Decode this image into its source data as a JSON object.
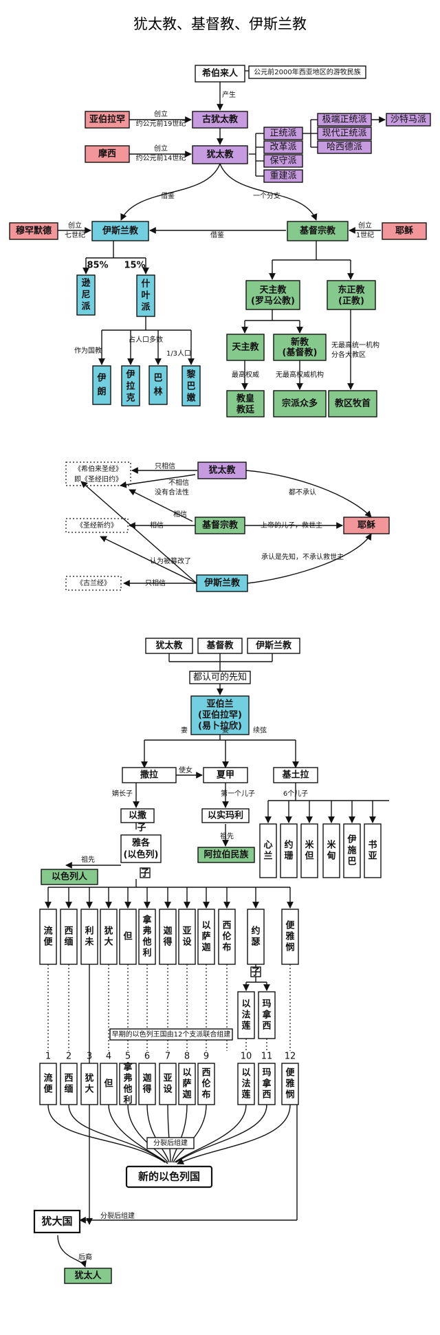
{
  "title": "犹太教、基督教、伊斯兰教",
  "nodes": {
    "hebrews": "希伯来人",
    "hebrews_note": "公元前2000年西亚地区的游牧民族",
    "produce": "产生",
    "abraham": "亚伯拉罕",
    "abraham_edge": [
      "创立",
      "约公元前19世纪"
    ],
    "ancient_judaism": "古犹太教",
    "moses": "摩西",
    "moses_edge": [
      "创立",
      "约公元前14世纪"
    ],
    "judaism": "犹太教",
    "orthodox": "正统派",
    "reform": "改革派",
    "conservative": "保守派",
    "reconstruct": "重建派",
    "ultra_orthodox": "极端正统派",
    "modern_orthodox": "现代正统派",
    "hasidic": "哈西德派",
    "satmar": "沙特马派",
    "borrow1": "借鉴",
    "a_branch": "一个分支",
    "muhammad": "穆罕默德",
    "muhammad_edge": [
      "创立",
      "七世纪"
    ],
    "islam": "伊斯兰教",
    "borrow2": "借鉴",
    "christianity": "基督宗教",
    "jesus": "耶稣",
    "jesus_edge": [
      "创立",
      "1世纪"
    ],
    "pct85": "85%",
    "pct15": "15%",
    "sunni": [
      "逊",
      "尼",
      "派"
    ],
    "shia": [
      "什",
      "叶",
      "派"
    ],
    "state_religion": "作为国教",
    "majority": "占人口多数",
    "third": "1/3人口",
    "iran": [
      "伊",
      "朗"
    ],
    "iraq": [
      "伊",
      "拉",
      "克"
    ],
    "bahrain": [
      "巴",
      "林"
    ],
    "lebanon": [
      "黎",
      "巴",
      "嫩"
    ],
    "catholic_big": [
      "天主教",
      "(罗马公教)"
    ],
    "orthodox_church": [
      "东正教",
      "(正教)"
    ],
    "catholic": "天主教",
    "protestant": [
      "新教",
      "(基督教)"
    ],
    "supreme": "最高权威",
    "no_supreme": "无最高权威机构",
    "no_unified": [
      "无最高统一机构",
      "分各大教区"
    ],
    "papacy": [
      "教皇",
      "教廷"
    ],
    "denominations": "宗派众多",
    "bishops": "教区牧首"
  },
  "section2": {
    "hebrew_bible": [
      "《希伯来圣经》",
      "即《圣经旧约》"
    ],
    "new_testament": "《圣经新约》",
    "quran": "《古兰经》",
    "judaism": "犹太教",
    "christianity": "基督宗教",
    "islam": "伊斯兰教",
    "jesus": "耶稣",
    "only_believe1": "只相信",
    "not_believe": [
      "不相信",
      "没有合法性"
    ],
    "believe1": "相信",
    "believe2": "相信",
    "not_recognize": "都不承认",
    "son_of_god": "上帝的儿子，救世主",
    "tampered": "认为被篡改了",
    "prophet": "承认是先知，不承认救世主",
    "only_believe2": "只相信"
  },
  "section3": {
    "judaism": "犹太教",
    "christianity": "基督教",
    "islam": "伊斯兰教",
    "common_prophet": "都认可的先知",
    "abraham": [
      "亚伯兰",
      "(亚伯拉罕)",
      "(易卜拉欣)"
    ],
    "wife": "妻",
    "concubine": "妾",
    "successor": "续弦",
    "sarah": "撒拉",
    "maid": "使女",
    "hagar": "夏甲",
    "keturah": "基土拉",
    "eldest": "嫡长子",
    "first_son": "第一个儿子",
    "six_sons": "6个儿子",
    "isaac": "以撒",
    "ishmael": "以实玛利",
    "son1": "子",
    "jacob": [
      "雅各",
      "(以色列)"
    ],
    "son2": "子",
    "ancestor1": "祖先",
    "israelites": "以色列人",
    "ancestor2": "祖先",
    "arabs": "阿拉伯民族",
    "keturah_sons": [
      [
        "心",
        "兰"
      ],
      [
        "约",
        "珊"
      ],
      [
        "米",
        "但"
      ],
      [
        "米",
        "甸"
      ],
      [
        "伊",
        "施",
        "巴"
      ],
      [
        "书",
        "亚"
      ]
    ],
    "jacob_sons": [
      [
        "流",
        "便"
      ],
      [
        "西",
        "缅"
      ],
      [
        "利",
        "未"
      ],
      [
        "犹",
        "大"
      ],
      [
        "但"
      ],
      [
        "拿",
        "弗",
        "他",
        "利"
      ],
      [
        "迦",
        "得"
      ],
      [
        "亚",
        "设"
      ],
      [
        "以",
        "萨",
        "迦"
      ],
      [
        "西",
        "伦",
        "布"
      ],
      [
        "约",
        "瑟"
      ],
      [
        "便",
        "雅",
        "悯"
      ]
    ],
    "joseph_son_label": "子",
    "joseph_sons": [
      [
        "以",
        "法",
        "莲"
      ],
      [
        "玛",
        "拿",
        "西"
      ]
    ],
    "tribes_note": "早期的以色列王国由12个支派联合组建",
    "tribe_numbers": [
      "1",
      "2",
      "3",
      "4",
      "5",
      "6",
      "7",
      "8",
      "9",
      "10",
      "11",
      "12"
    ],
    "tribes": [
      [
        "流",
        "便"
      ],
      [
        "西",
        "缅"
      ],
      [
        "犹",
        "大"
      ],
      [
        "但"
      ],
      [
        "拿",
        "弗",
        "他",
        "利"
      ],
      [
        "迦",
        "得"
      ],
      [
        "亚",
        "设"
      ],
      [
        "以",
        "萨",
        "迦"
      ],
      [
        "西",
        "伦",
        "布"
      ],
      [
        "以",
        "法",
        "莲"
      ],
      [
        "玛",
        "拿",
        "西"
      ],
      [
        "便",
        "雅",
        "悯"
      ]
    ],
    "split_rebuild": "分裂后组建",
    "new_israel": "新的以色列国",
    "judah": "犹大国",
    "split_rebuild2": "分裂后组建",
    "descendants": "后裔",
    "jews": "犹太人"
  },
  "colors": {
    "founder": "#f2969a",
    "judaism": "#c79be0",
    "islam": "#72cfe0",
    "christianity": "#86c98d"
  }
}
